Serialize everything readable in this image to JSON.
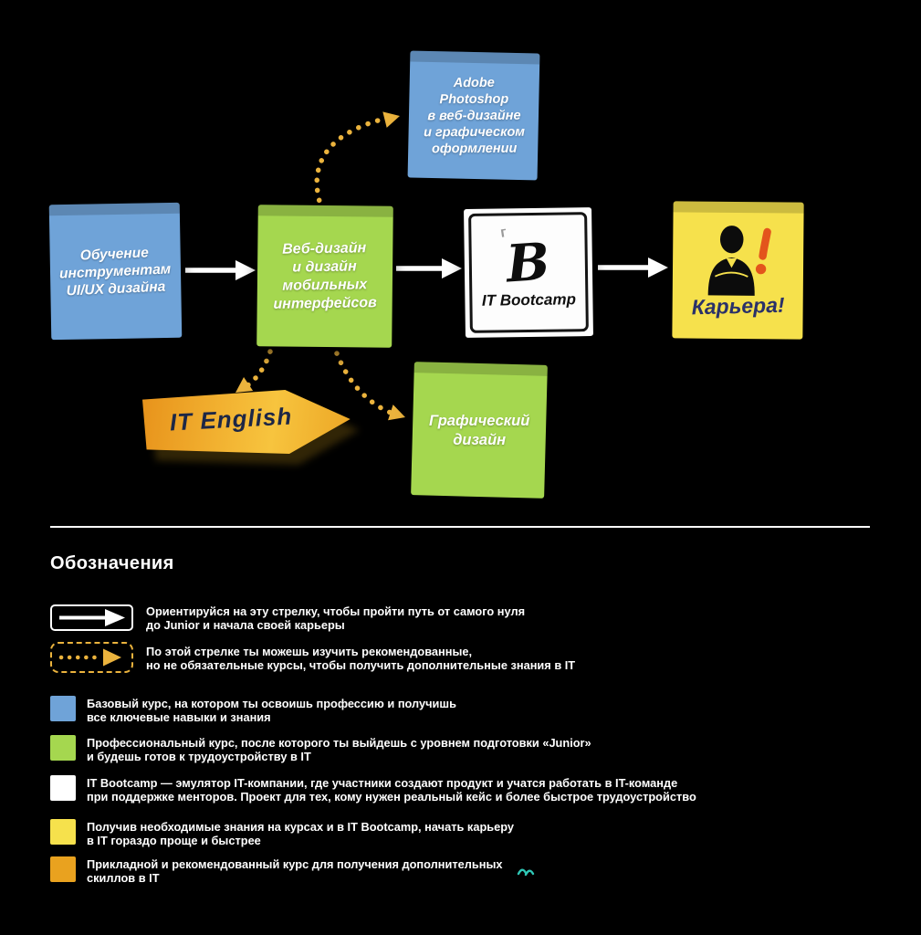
{
  "colors": {
    "background": "#000000",
    "basic_course_blue": "#6FA3D8",
    "pro_course_green": "#A5D74F",
    "bootcamp_white": "#FDFDFD",
    "career_yellow": "#F6E14C",
    "applied_orange": "#E9A21F",
    "dotted_arrow": "#EBB33D",
    "solid_arrow": "#FFFFFF",
    "exclamation_red": "#E3551C",
    "silhouette_black": "#0C0C0C"
  },
  "diagram": {
    "nodes": {
      "training": {
        "label": "Обучение\nинструментам\nUI/UX дизайна",
        "type": "basic"
      },
      "webDesign": {
        "label": "Веб-дизайн\nи дизайн\nмобильных\nинтерфейсов",
        "type": "professional"
      },
      "photoshop": {
        "label": "Adobe\nPhotoshop\nв веб-дизайне\nи графическом\nоформлении",
        "type": "basic"
      },
      "bootcamp": {
        "label": "IT Bootcamp",
        "logo": "B",
        "logo_accent": "г",
        "type": "bootcamp"
      },
      "career": {
        "label": "Карьера!",
        "type": "career"
      },
      "itEnglish": {
        "label": "IT English",
        "type": "applied"
      },
      "graphicDesign": {
        "label": "Графический\nдизайн",
        "type": "professional"
      }
    },
    "edges": [
      {
        "from": "training",
        "to": "webDesign",
        "style": "solid"
      },
      {
        "from": "webDesign",
        "to": "bootcamp",
        "style": "solid"
      },
      {
        "from": "bootcamp",
        "to": "career",
        "style": "solid"
      },
      {
        "from": "webDesign",
        "to": "photoshop",
        "style": "dotted"
      },
      {
        "from": "webDesign",
        "to": "itEnglish",
        "style": "dotted"
      },
      {
        "from": "webDesign",
        "to": "graphicDesign",
        "style": "dotted"
      }
    ]
  },
  "legend": {
    "title": "Обозначения",
    "solid_arrow_text": "Ориентируйся на эту стрелку, чтобы пройти путь от самого нуля\nдо Junior и начала своей карьеры",
    "dotted_arrow_text": "По этой стрелке ты можешь изучить рекомендованные,\nно не обязательные курсы, чтобы получить дополнительные знания в IT",
    "swatches": [
      {
        "name": "basic-course",
        "color": "#6FA3D8",
        "text": "Базовый курс, на котором ты освоишь профессию и получишь\nвсе ключевые навыки и знания"
      },
      {
        "name": "professional-course",
        "color": "#A5D74F",
        "text": "Профессиональный курс, после которого ты выйдешь с уровнем подготовки «Junior»\nи будешь готов к трудоустройству в IT"
      },
      {
        "name": "it-bootcamp",
        "color": "#FFFFFF",
        "text": "IT Bootcamp — эмулятор IT-компании, где участники создают продукт и учатся работать в IT-команде\nпри поддержке менторов. Проект для тех, кому нужен реальный кейс и более быстрое трудоустройство"
      },
      {
        "name": "career",
        "color": "#F6E14C",
        "text": "Получив необходимые знания на курсах и в IT Bootcamp, начать карьеру\nв IT гораздо проще и быстрее"
      },
      {
        "name": "applied-course",
        "color": "#E9A21F",
        "text": "Прикладной и рекомендованный курс для получения дополнительных\nскиллов в IT"
      }
    ]
  }
}
